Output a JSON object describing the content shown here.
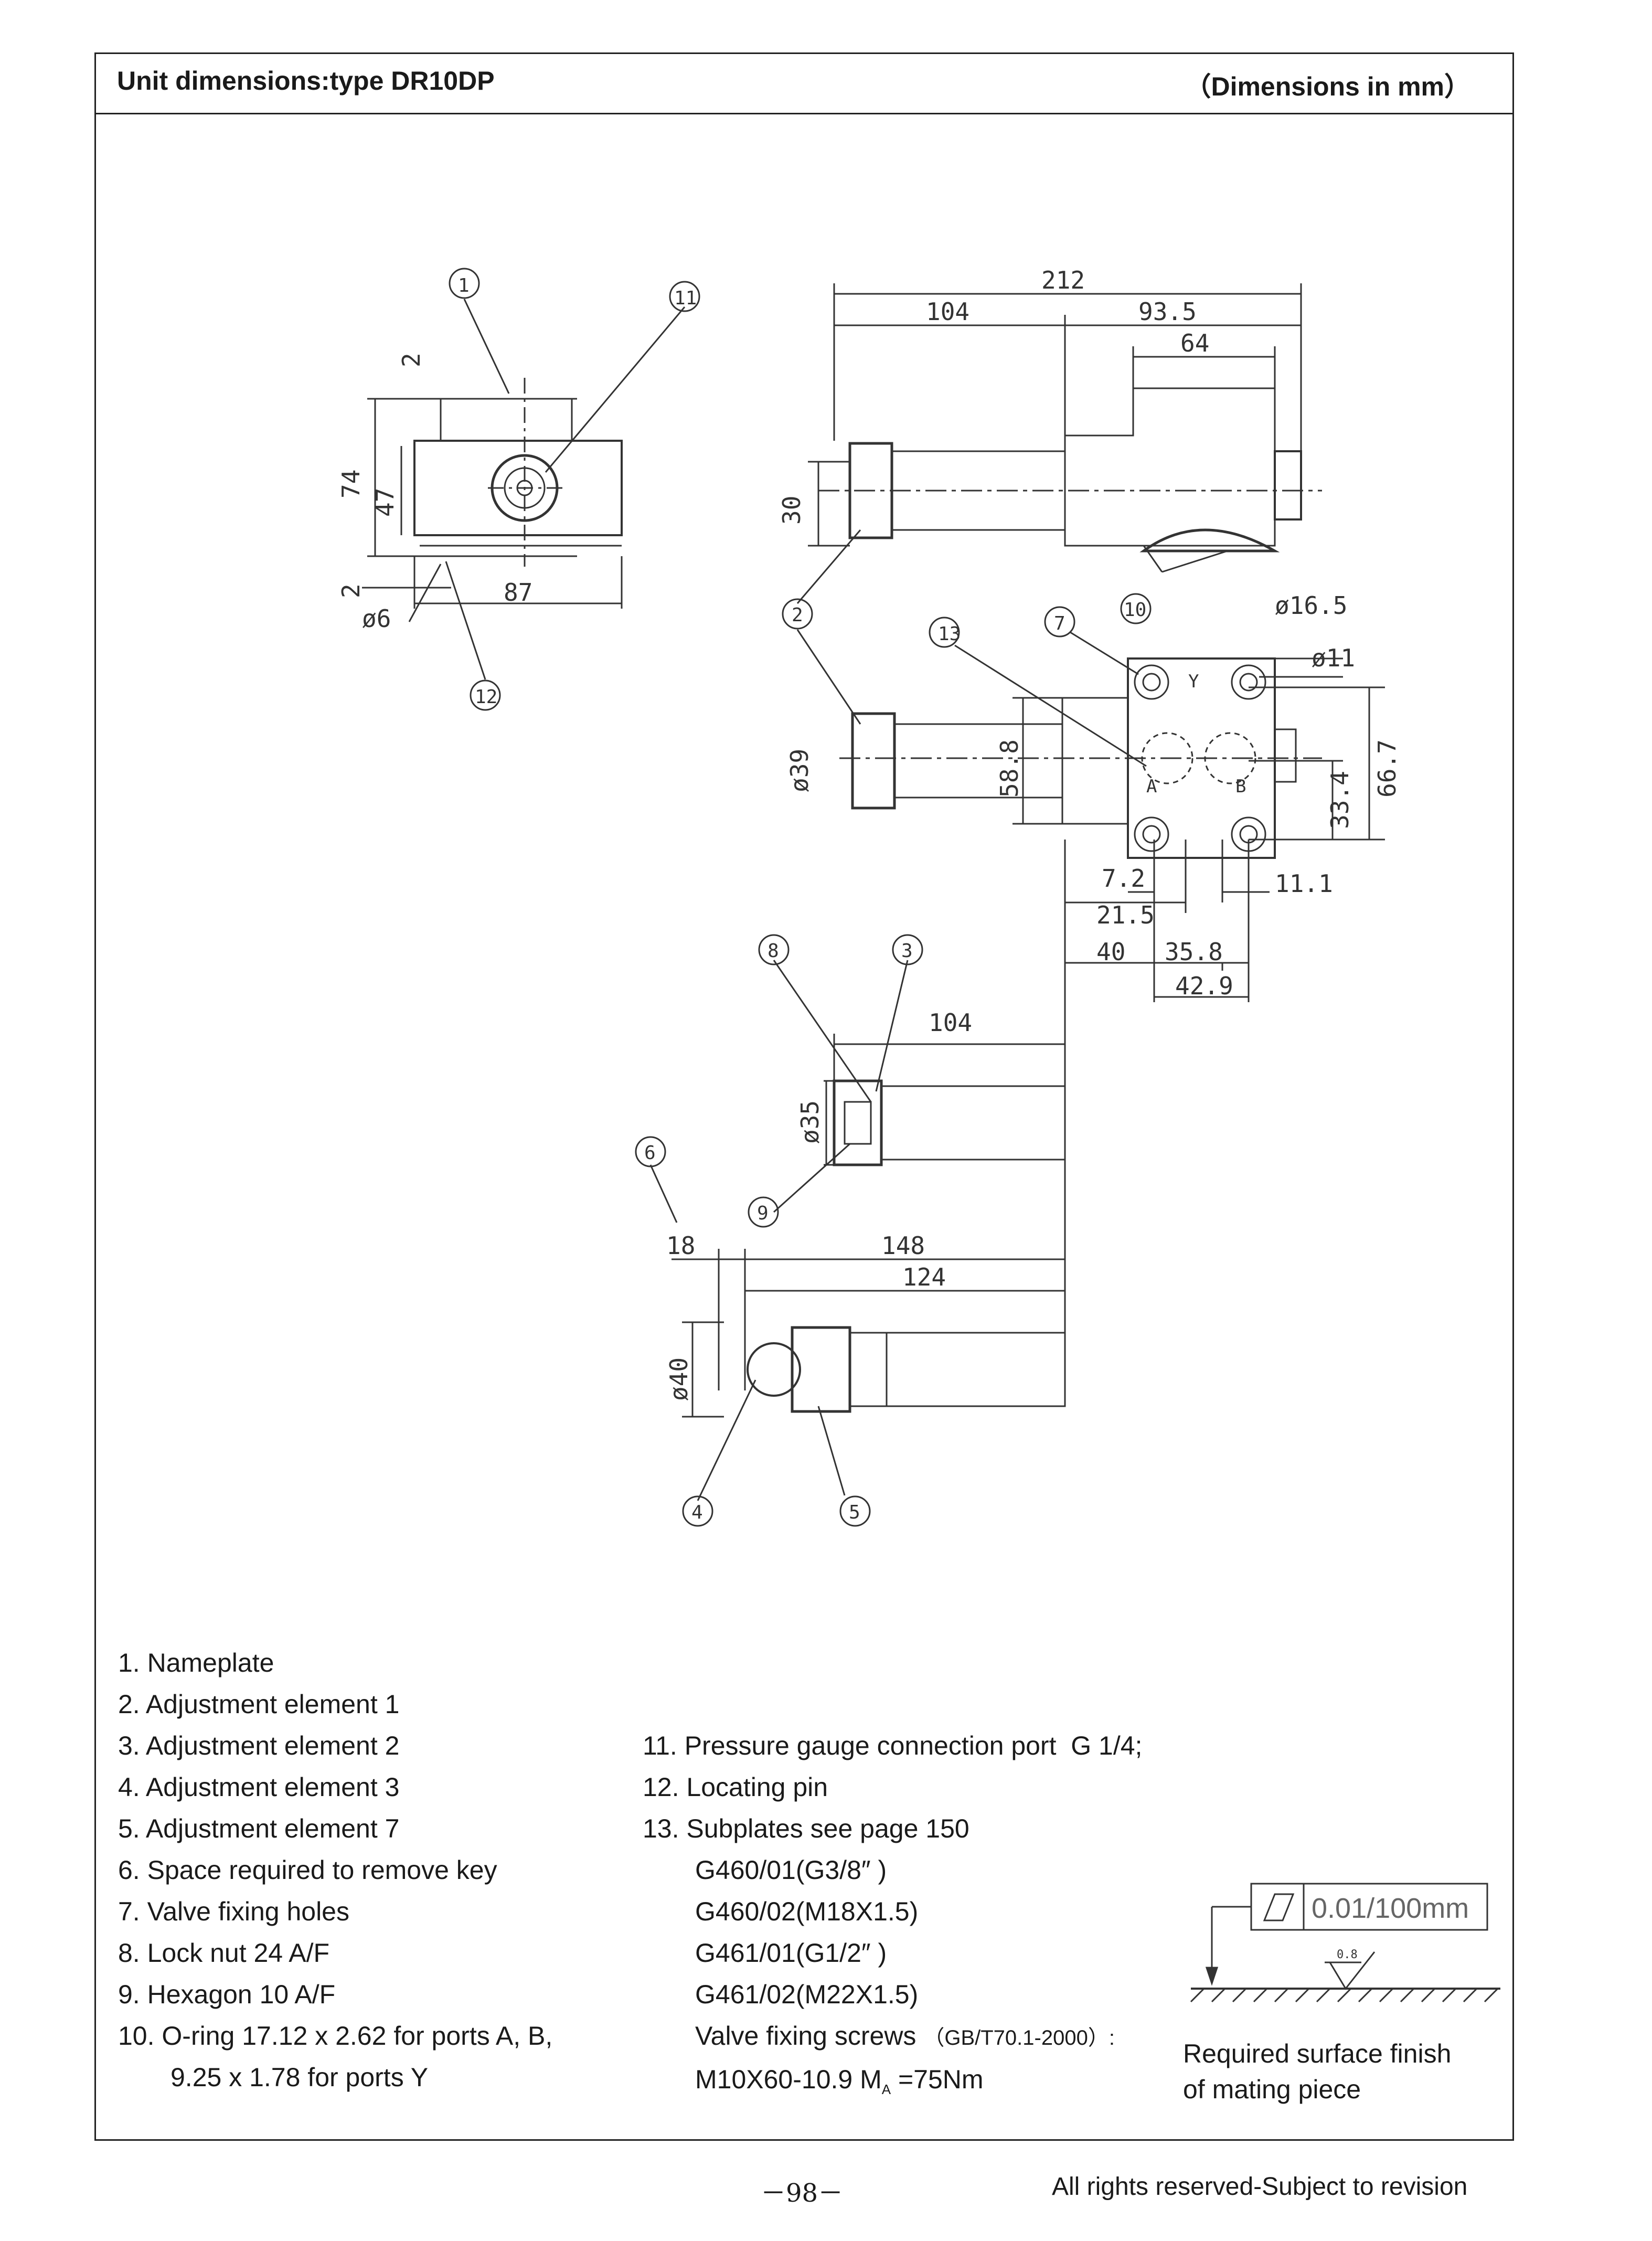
{
  "header": {
    "title": "Unit dimensions:type DR10DP",
    "units": "（Dimensions in mm）"
  },
  "drawing": {
    "side_view_dims": [
      "2",
      "74",
      "47",
      "2",
      "ø6",
      "87"
    ],
    "top_view_dims": [
      "212",
      "104",
      "93.5",
      "64",
      "30"
    ],
    "plan_view_dims": [
      "ø39",
      "58.8",
      "ø16.5",
      "ø11",
      "66.7",
      "33.4",
      "7.2",
      "21.5",
      "11.1",
      "40",
      "35.8",
      "42.9"
    ],
    "element2_dims": [
      "104",
      "ø35"
    ],
    "element3_dims": [
      "18",
      "148",
      "124",
      "ø40"
    ],
    "port_labels": [
      "Y",
      "A",
      "B"
    ],
    "callouts": [
      "1",
      "2",
      "3",
      "4",
      "5",
      "6",
      "7",
      "8",
      "9",
      "10",
      "11",
      "12",
      "13"
    ]
  },
  "legend_left": [
    "1. Nameplate",
    "2. Adjustment element 1",
    "3. Adjustment element 2",
    "4. Adjustment element 3",
    "5. Adjustment element 7",
    "6. Space required to remove key",
    "7. Valve fixing holes",
    "8. Lock nut 24 A/F",
    "9. Hexagon 10 A/F",
    "10. O-ring 17.12 x 2.62 for ports A, B,",
    "9.25 x 1.78 for ports Y"
  ],
  "legend_right": {
    "items": [
      "11. Pressure gauge connection port  G 1/4;",
      "12. Locating pin",
      "13. Subplates see page 150"
    ],
    "subplates": [
      "G460/01(G3/8″ )",
      "G460/02(M18X1.5)",
      "G461/01(G1/2″ )",
      "G461/02(M22X1.5)"
    ],
    "screws_label": "Valve fixing screws",
    "screws_standard": "（GB/T70.1-2000）:",
    "screws_spec": "M10X60-10.9 M",
    "screws_subscript": "A",
    "screws_torque": " =75Nm"
  },
  "surface_finish": {
    "tolerance": "0.01/100mm",
    "roughness": "0.8",
    "caption_line1": "Required surface finish",
    "caption_line2": "of mating piece"
  },
  "footer": {
    "page_number": "－98－",
    "rights": "All rights reserved-Subject to revision"
  }
}
